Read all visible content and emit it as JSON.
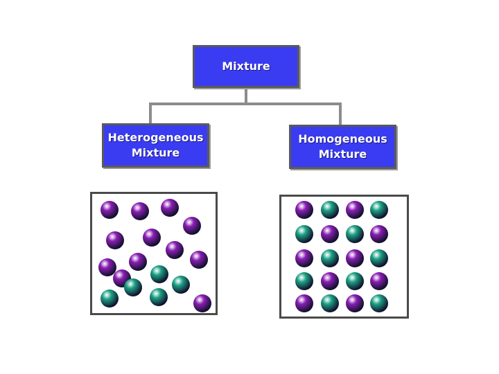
{
  "diagram": {
    "root": {
      "label": "Mixture"
    },
    "children": [
      {
        "label": "Heterogeneous\nMixture"
      },
      {
        "label": "Homogeneous\nMixture"
      }
    ]
  },
  "particles": {
    "colors": {
      "purple": "#8a1fb4",
      "teal": "#1ea386"
    },
    "heterogeneous": [
      "purple",
      "purple",
      "purple",
      "purple",
      "purple",
      "purple",
      "purple",
      "purple",
      "purple",
      "purple",
      "purple",
      "teal",
      "teal",
      "teal",
      "teal",
      "teal",
      "purple"
    ],
    "homogeneous": [
      [
        "purple",
        "teal",
        "purple",
        "teal"
      ],
      [
        "teal",
        "purple",
        "teal",
        "purple"
      ],
      [
        "purple",
        "teal",
        "purple",
        "teal"
      ],
      [
        "teal",
        "purple",
        "teal",
        "purple"
      ],
      [
        "purple",
        "teal",
        "purple",
        "teal"
      ]
    ]
  }
}
